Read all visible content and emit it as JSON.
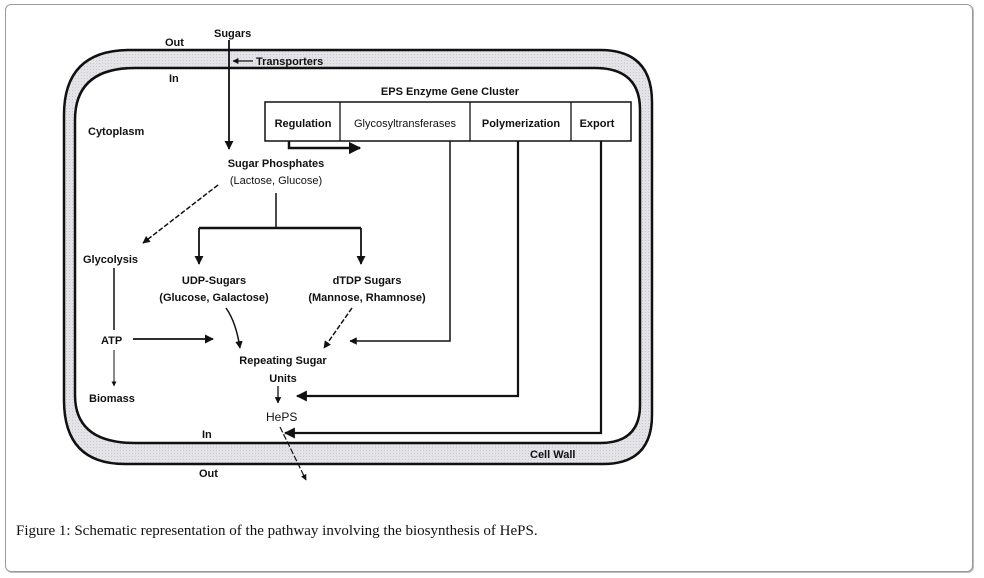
{
  "figure": {
    "caption_prefix": "Figure 1:",
    "caption_text": " Schematic representation of the pathway involving the biosynthesis of HePS."
  },
  "diagram": {
    "outside_top": "Out",
    "inside_top": "In",
    "sugars": "Sugars",
    "transporters": "Transporters",
    "cytoplasm": "Cytoplasm",
    "gene_cluster_title": "EPS Enzyme Gene Cluster",
    "gene_cluster_cells": [
      "Regulation",
      "Glycosyltransferases",
      "Polymerization",
      "Export"
    ],
    "sugar_phosphates": "Sugar Phosphates",
    "sugar_phosphates_sub": "(Lactose, Glucose)",
    "glycolysis": "Glycolysis",
    "udp_sugars": "UDP-Sugars",
    "udp_sugars_sub": "(Glucose, Galactose)",
    "dtdp_sugars": "dTDP Sugars",
    "dtdp_sugars_sub": "(Mannose, Rhamnose)",
    "atp": "ATP",
    "biomass": "Biomass",
    "repeating_units_line1": "Repeating Sugar",
    "repeating_units_line2": "Units",
    "heps": "HePS",
    "inside_bottom": "In",
    "outside_bottom": "Out",
    "cell_wall": "Cell Wall"
  }
}
